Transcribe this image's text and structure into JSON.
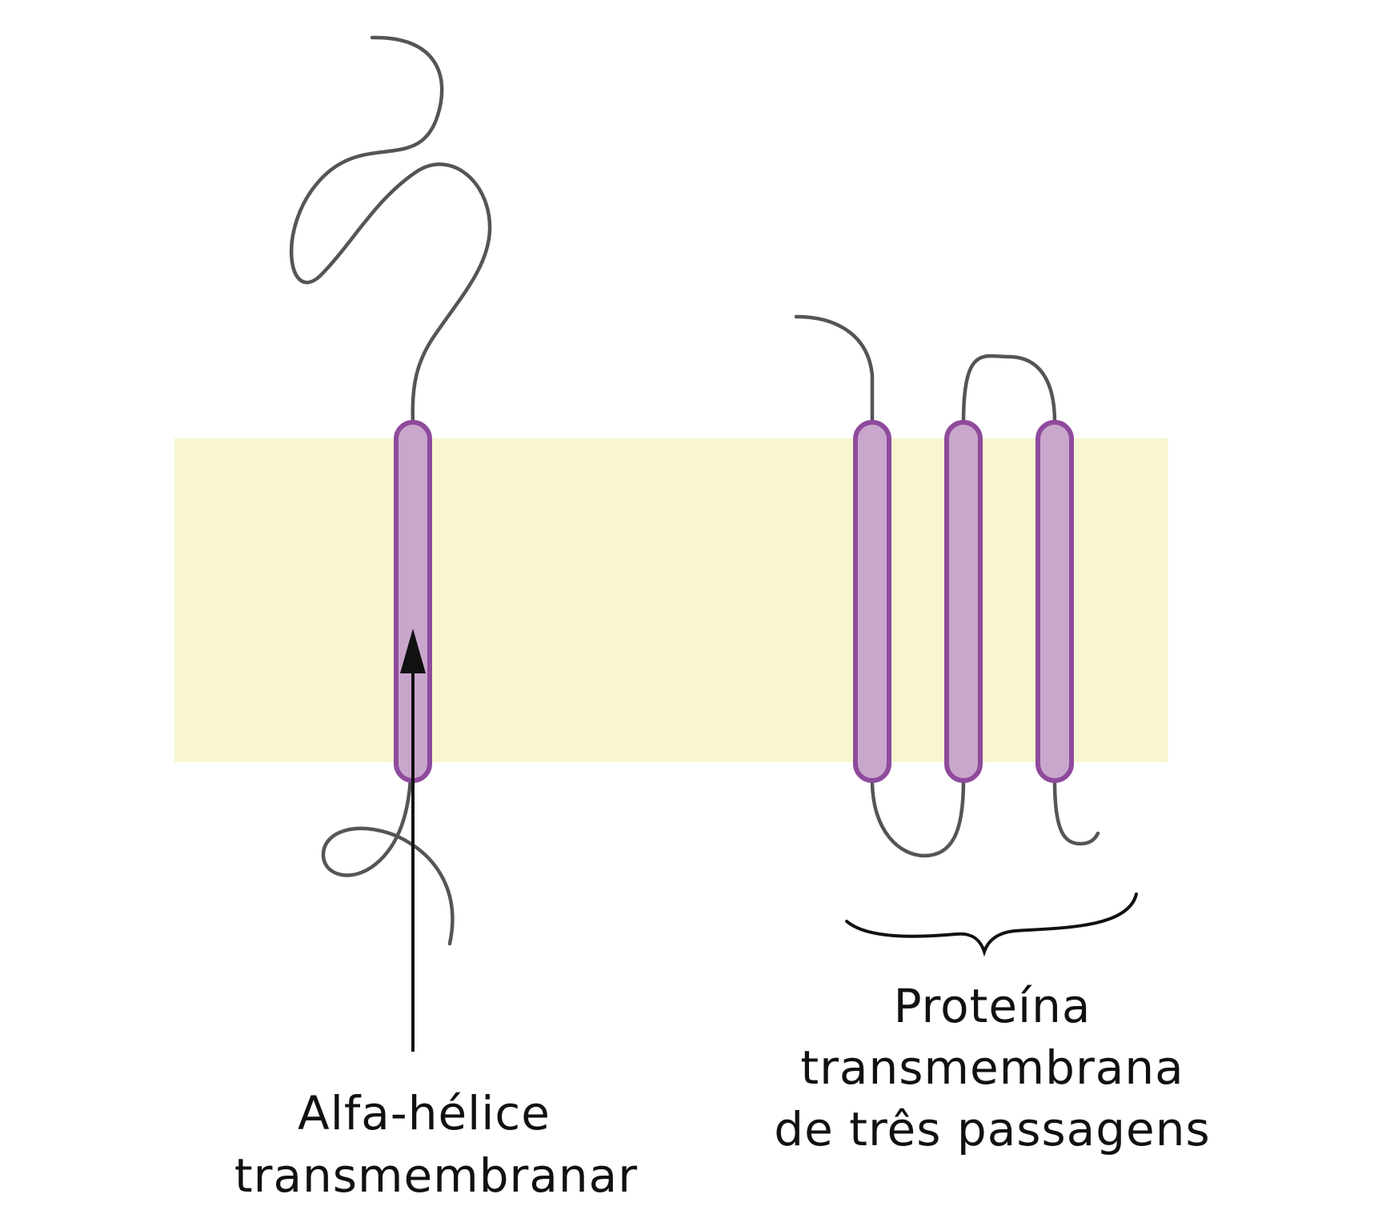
{
  "labels": {
    "left": {
      "line1": "Alfa-hélice",
      "line2": "transmembranar"
    },
    "right": {
      "line1": "Proteína",
      "line2": "transmembrana",
      "line3": "de três passagens"
    }
  },
  "colors": {
    "membrane": "#f7f6cf",
    "helix_fill": "#c9a6cc",
    "helix_stroke": "#8f4a9c",
    "chain": "#555555",
    "arrow": "#111111"
  }
}
